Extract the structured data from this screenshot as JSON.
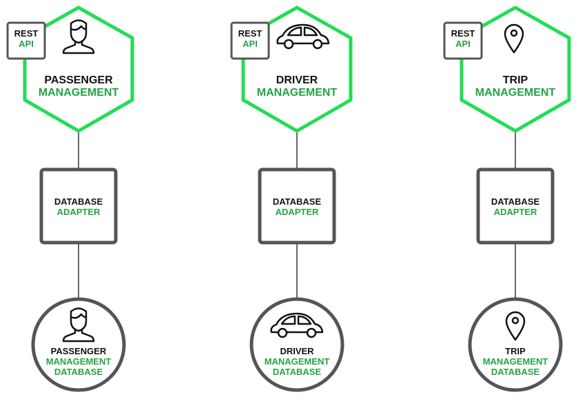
{
  "colors": {
    "accent_green": "#22dd55",
    "label_green": "#22a442",
    "dark_text": "#111111",
    "border_gray": "#555555",
    "line_gray": "#666666"
  },
  "services": [
    {
      "icon": "person-icon",
      "rest": {
        "line1": "REST",
        "line2": "API"
      },
      "service": {
        "line1": "PASSENGER",
        "line2": "MANAGEMENT"
      },
      "adapter": {
        "line1": "DATABASE",
        "line2": "ADAPTER"
      },
      "database": {
        "line1": "PASSENGER",
        "line2": "MANAGEMENT",
        "line3": "DATABASE"
      }
    },
    {
      "icon": "car-icon",
      "rest": {
        "line1": "REST",
        "line2": "API"
      },
      "service": {
        "line1": "DRIVER",
        "line2": "MANAGEMENT"
      },
      "adapter": {
        "line1": "DATABASE",
        "line2": "ADAPTER"
      },
      "database": {
        "line1": "DRIVER",
        "line2": "MANAGEMENT",
        "line3": "DATABASE"
      }
    },
    {
      "icon": "location-pin-icon",
      "rest": {
        "line1": "REST",
        "line2": "API"
      },
      "service": {
        "line1": "TRIP",
        "line2": "MANAGEMENT"
      },
      "adapter": {
        "line1": "DATABASE",
        "line2": "ADAPTER"
      },
      "database": {
        "line1": "TRIP",
        "line2": "MANAGEMENT",
        "line3": "DATABASE"
      }
    }
  ]
}
